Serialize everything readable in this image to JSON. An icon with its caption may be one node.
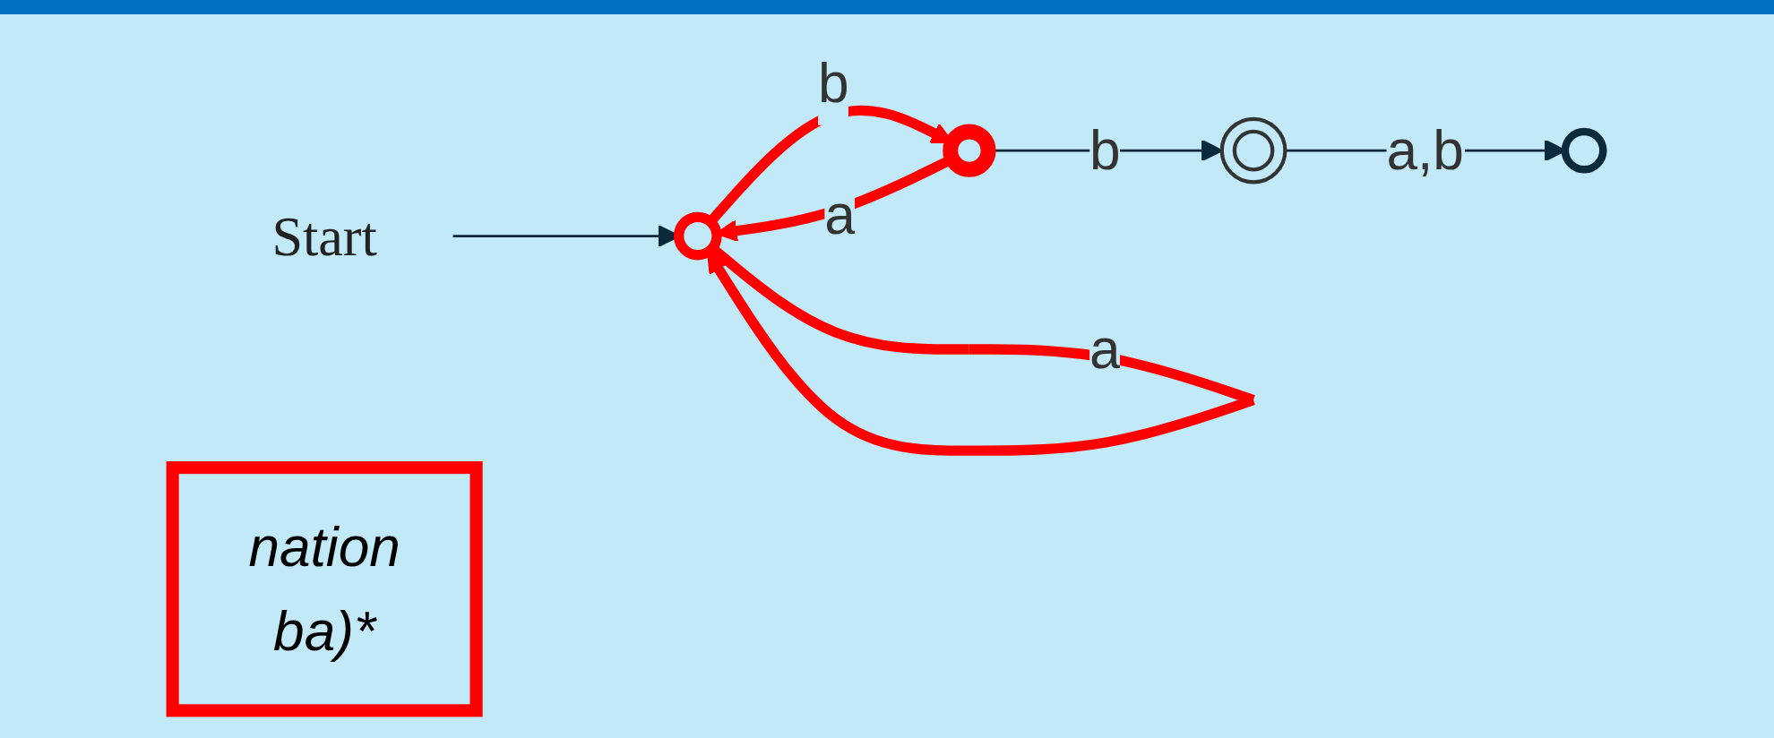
{
  "diagram": {
    "nodes": [
      {
        "text": [
          "Start"
        ]
      },
      {
        "text": [],
        "shape": "circle"
      },
      {
        "text": [],
        "shape": "circle"
      },
      {
        "text": [],
        "shape": "doublecircle"
      },
      {
        "text": [],
        "shape": "circle"
      },
      {
        "text": [
          "nation",
          "ba)*"
        ]
      }
    ],
    "edges": [
      {
        "from": 0,
        "to": 1,
        "arrow": "to"
      },
      {
        "from": 1,
        "to": 1,
        "label": "a",
        "arrow": "to",
        "style": "thick",
        "color": "#ff0000"
      },
      {
        "from": 1,
        "to": 2,
        "label": "b",
        "arrow": "to",
        "style": "thick",
        "color": "#ff0000"
      },
      {
        "from": 2,
        "to": 1,
        "label": "a",
        "arrow": "to",
        "style": "thick",
        "color": "#ff0000"
      },
      {
        "from": 2,
        "to": 3,
        "label": "b",
        "arrow": "to"
      },
      {
        "from": 3,
        "to": 4,
        "label": "a,b",
        "arrow": "to"
      }
    ]
  }
}
